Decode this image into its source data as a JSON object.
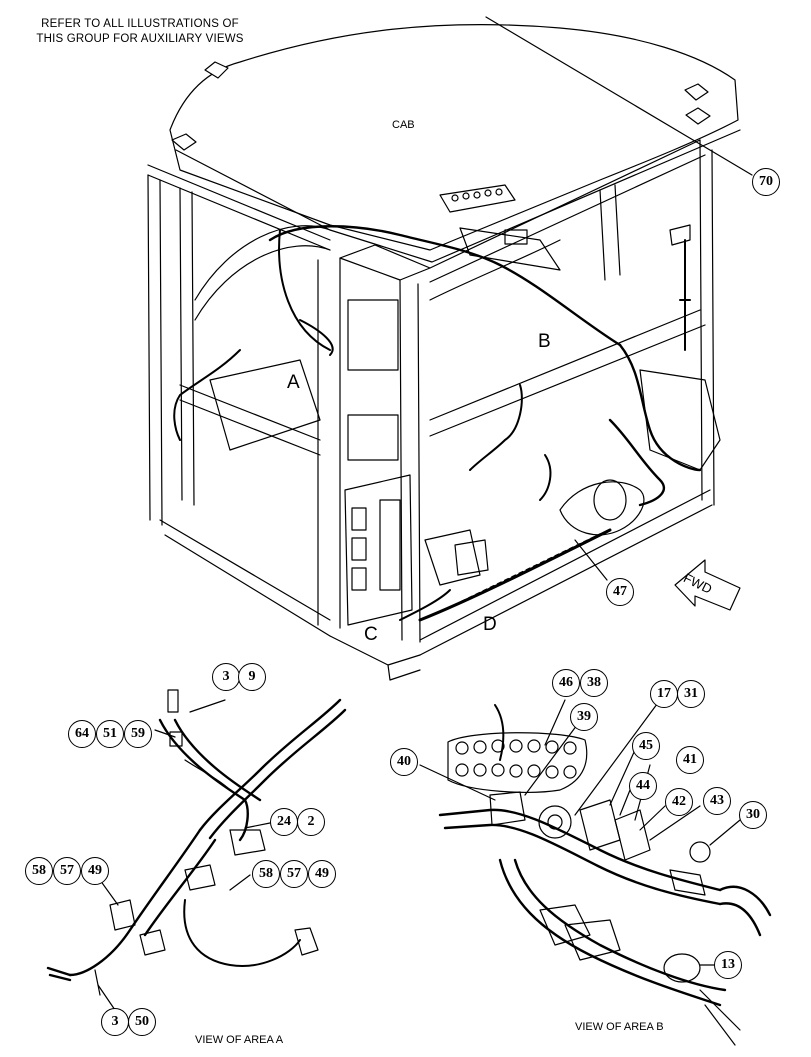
{
  "note": {
    "line1": "REFER TO ALL ILLUSTRATIONS OF",
    "line2": "THIS GROUP FOR AUXILIARY VIEWS"
  },
  "labels": {
    "cab": "CAB",
    "fwd": "FWD",
    "view_a": "VIEW OF AREA A",
    "view_b": "VIEW OF AREA B"
  },
  "areas": {
    "a": "A",
    "b": "B",
    "c": "C",
    "d": "D"
  },
  "callouts": {
    "c70": "70",
    "c47": "47",
    "a3": "3",
    "a9": "9",
    "a64": "64",
    "a51": "51",
    "a59": "59",
    "a24": "24",
    "a2": "2",
    "a58l": "58",
    "a57l": "57",
    "a49l": "49",
    "a58r": "58",
    "a57r": "57",
    "a49r": "49",
    "a3b": "3",
    "a50": "50",
    "b46": "46",
    "b38": "38",
    "b17": "17",
    "b31": "31",
    "b39": "39",
    "b40": "40",
    "b45": "45",
    "b44": "44",
    "b41": "41",
    "b42": "42",
    "b43": "43",
    "b30": "30",
    "b13": "13"
  }
}
